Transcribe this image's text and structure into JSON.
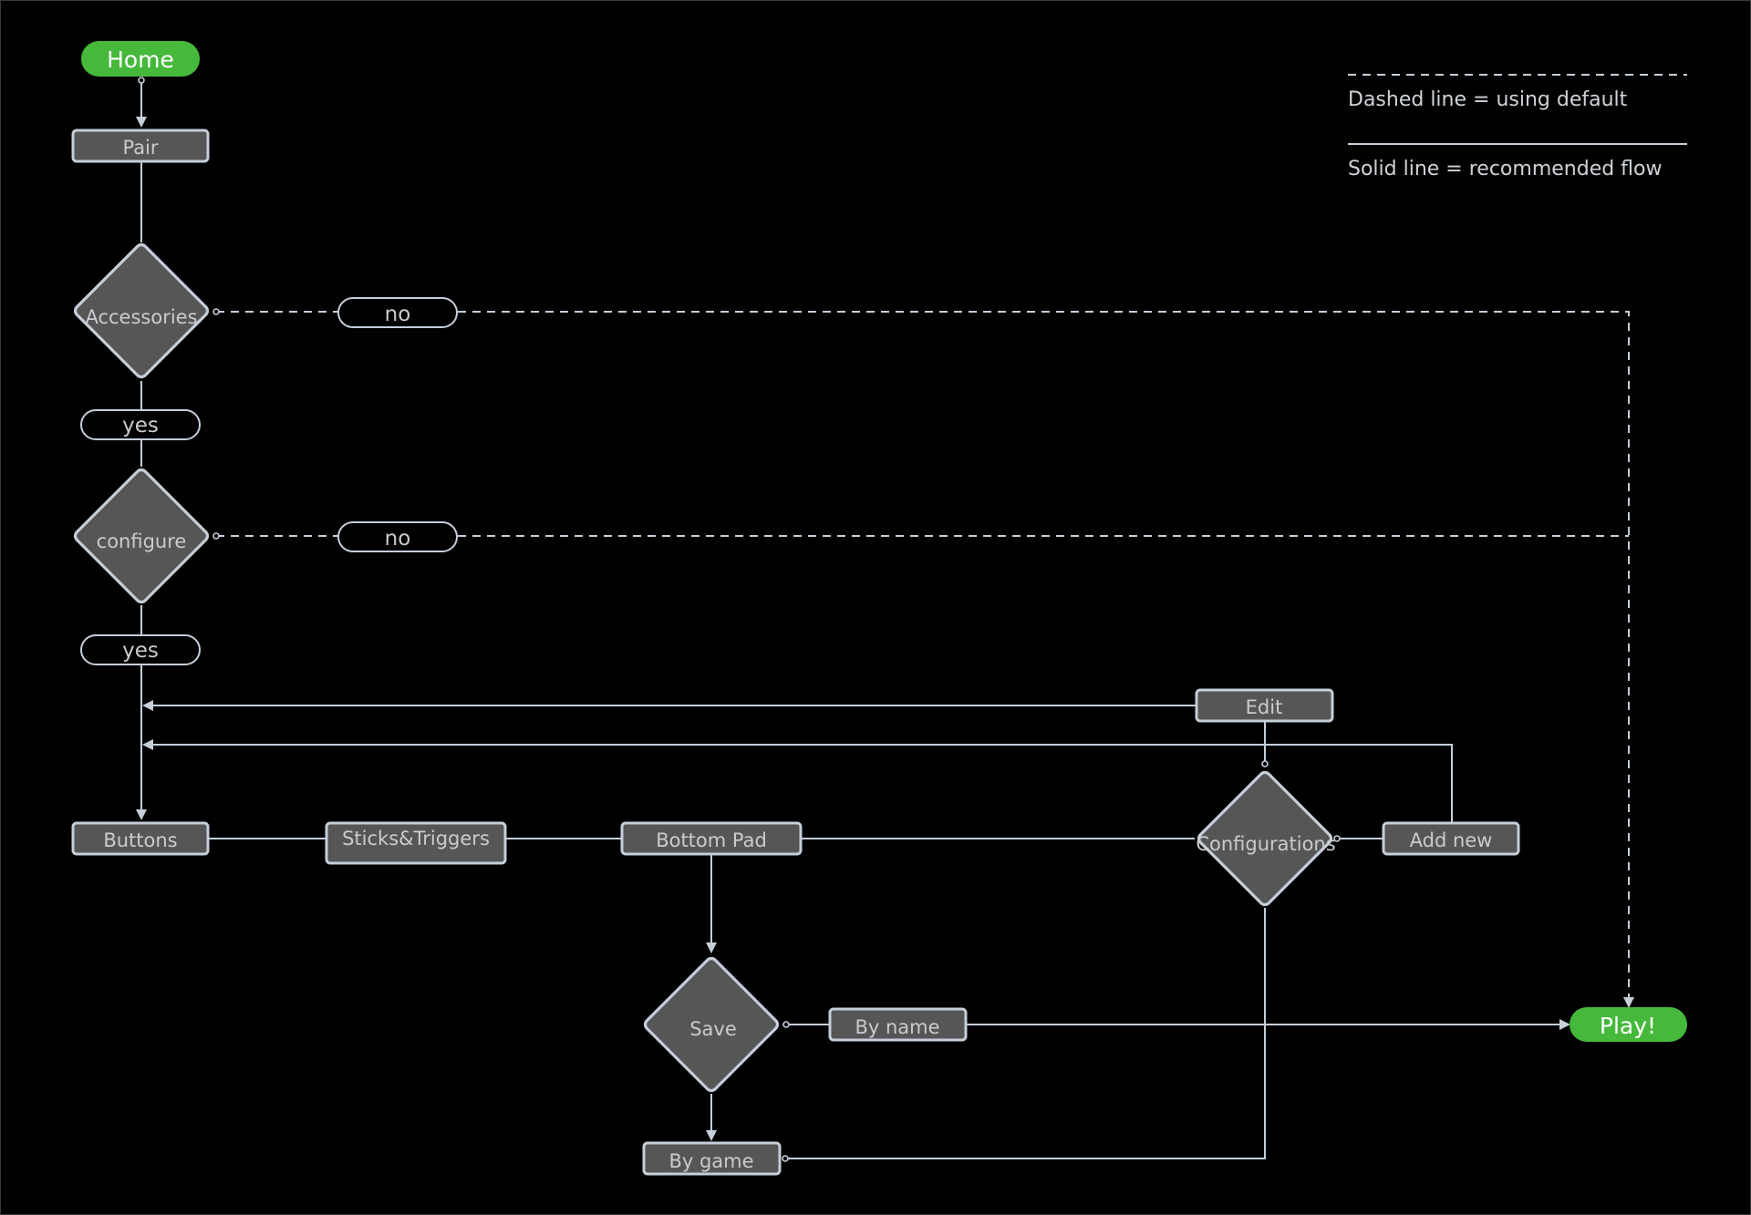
{
  "colors": {
    "background": "#000000",
    "node_fill": "#565656",
    "stroke": "#c5ced9",
    "start_end": "#46b93c",
    "text": "#c9cbcf"
  },
  "legend": {
    "dashed": "Dashed line = using default",
    "solid": "Solid line = recommended flow"
  },
  "nodes": {
    "home": "Home",
    "pair": "Pair",
    "accessories": "Accessories",
    "configure": "configure",
    "buttons": "Buttons",
    "sticks_triggers": "Sticks&Triggers",
    "bottom_pad": "Bottom Pad",
    "configurations": "Configurations",
    "add_new": "Add new",
    "edit": "Edit",
    "save": "Save",
    "by_name": "By name",
    "by_game": "By game",
    "play": "Play!"
  },
  "edge_labels": {
    "accessories_no": "no",
    "accessories_yes": "yes",
    "configure_no": "no",
    "configure_yes": "yes"
  }
}
